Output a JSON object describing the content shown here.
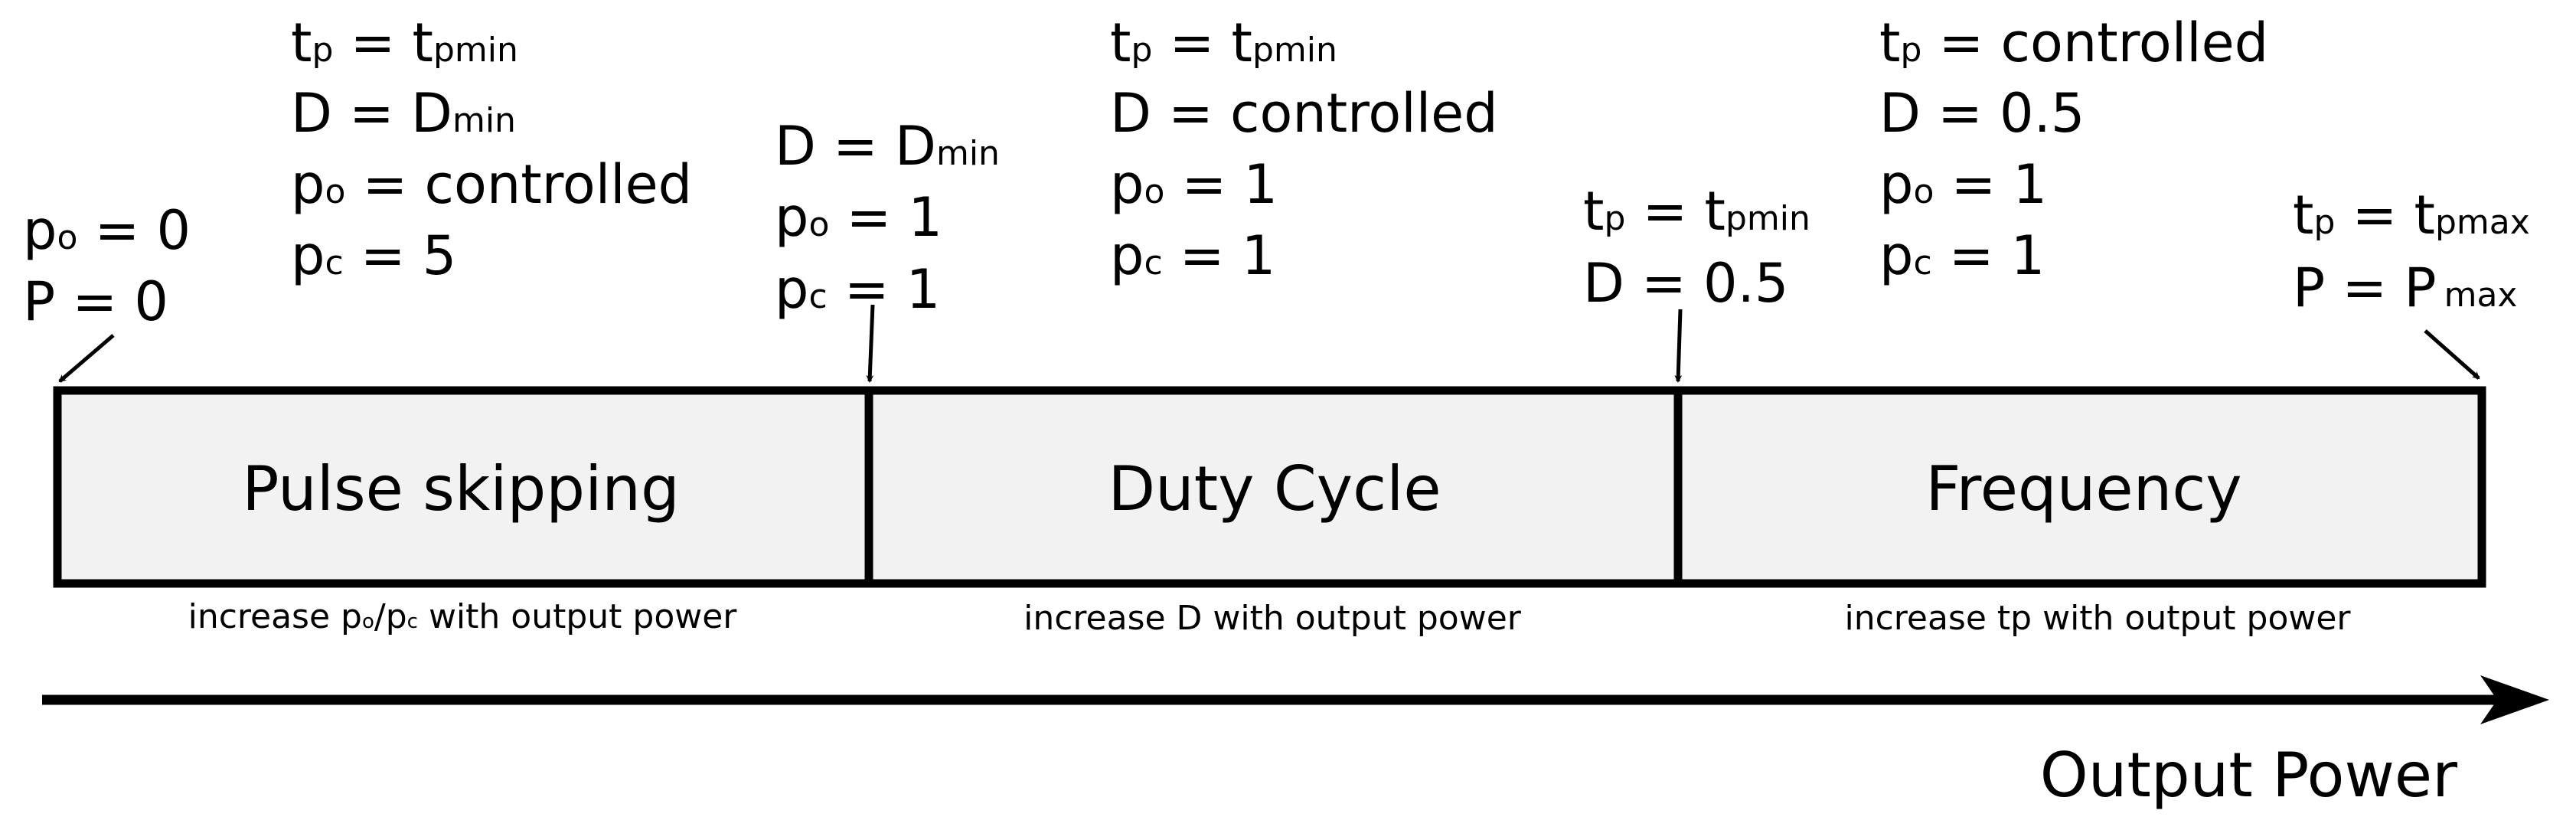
{
  "colors": {
    "box_fill": "#f2f2f2",
    "stroke": "#000000",
    "background": "#ffffff"
  },
  "regions": [
    {
      "label": "Pulse skipping",
      "note_pre": "increase p",
      "note_sub1": "o",
      "note_mid": "/p",
      "note_sub2": "c",
      "note_post": " with output power"
    },
    {
      "label": "Duty Cycle",
      "note": "increase D with output power"
    },
    {
      "label": "Frequency",
      "note": "increase tp with output power"
    }
  ],
  "boundaries": {
    "start": {
      "l1": {
        "a": "p",
        "as": "o",
        "b": " = 0"
      },
      "l2": {
        "a": "P = 0"
      }
    },
    "ps_dc": {
      "l1": {
        "a": "D = D",
        "as": "min"
      },
      "l2": {
        "a": "p",
        "as": "o",
        "b": " = 1"
      },
      "l3": {
        "a": "p",
        "as": "c",
        "b": " = 1"
      }
    },
    "dc_fr": {
      "l1": {
        "a": "t",
        "as": "p",
        "b": " = t",
        "bs": "pmin"
      },
      "l2": {
        "a": "D = 0.5"
      }
    },
    "end": {
      "l1": {
        "a": "t",
        "as": "p",
        "b": " = t",
        "bs": "pmax"
      },
      "l2": {
        "a": "P = P",
        "as": "max"
      }
    }
  },
  "region_conditions": {
    "pulse_skipping": {
      "l1": {
        "a": "t",
        "as": "p",
        "b": " = t",
        "bs": "pmin"
      },
      "l2": {
        "a": "D = D",
        "as": "min"
      },
      "l3": {
        "a": "p",
        "as": "o",
        "b": " = controlled"
      },
      "l4": {
        "a": "p",
        "as": "c",
        "b": " = 5"
      }
    },
    "duty_cycle": {
      "l1": {
        "a": "t",
        "as": "p",
        "b": " = t",
        "bs": "pmin"
      },
      "l2": {
        "a": "D = controlled"
      },
      "l3": {
        "a": "p",
        "as": "o",
        "b": " = 1"
      },
      "l4": {
        "a": "p",
        "as": "c",
        "b": " = 1"
      }
    },
    "frequency": {
      "l1": {
        "a": "t",
        "as": "p",
        "b": " = controlled"
      },
      "l2": {
        "a": "D = 0.5"
      },
      "l3": {
        "a": "p",
        "as": "o",
        "b": " = 1"
      },
      "l4": {
        "a": "p",
        "as": "c",
        "b": " = 1"
      }
    }
  },
  "axis": {
    "label": "Output Power"
  }
}
